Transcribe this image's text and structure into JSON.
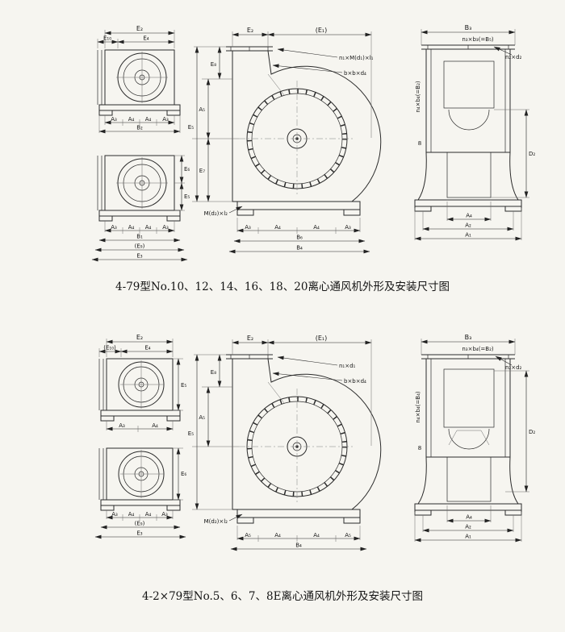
{
  "captions": {
    "fig1": "4-79型No.10、12、14、16、18、20离心通风机外形及安装尺寸图",
    "fig2": "4-2×79型No.5、6、7、8E离心通风机外形及安装尺寸图"
  },
  "fig1": {
    "left_top": {
      "e2": "E₂",
      "e10": "E₁₀",
      "e4": "E₄",
      "seg": [
        "A₃",
        "A₄",
        "A₄",
        "A₃"
      ],
      "b2": "B₂"
    },
    "left_bottom": {
      "e6": "E₆",
      "e5": "E₅",
      "seg": [
        "A₃",
        "A₄",
        "A₄",
        "A₃"
      ],
      "b1": "B₁",
      "e9": "(E₉)",
      "e3": "E₃"
    },
    "center": {
      "e2": "E₂",
      "e1": "(E₁)",
      "callout_top": "n₁×M(d₁)×l₁",
      "callout_flange": "b×b×d₄",
      "e8": "E₈",
      "a5": "A₅",
      "e7": "E₇",
      "e5": "E₅",
      "bolt": "M(d₂)×l₂",
      "seg": [
        "A₃",
        "A₄",
        "A₄",
        "A₃"
      ],
      "b6": "B₆",
      "b4": "B₄"
    },
    "right": {
      "b3": "B₃",
      "slots": "n₃×b₃(=B₅)",
      "holes": "n₂×d₂",
      "side": "n₄×b₄(=B₂)",
      "d2": "D₂",
      "t8": "8",
      "a4": "A₄",
      "a2": "A₂",
      "a1": "A₁"
    }
  },
  "fig2": {
    "left_top": {
      "e2": "E₂",
      "e10": "(E₁₀)",
      "e4": "E₄",
      "seg": [
        "A₃",
        "A₄"
      ],
      "e5": "E₅"
    },
    "left_bottom": {
      "e6": "E₆",
      "seg": [
        "A₃",
        "A₄",
        "A₄",
        "A₃"
      ],
      "e9": "(E₉)",
      "e3": "E₃"
    },
    "center": {
      "e2": "E₂",
      "e1": "(E₁)",
      "callout_top": "n₁×d₁",
      "callout_flange": "b×b×d₄",
      "e8": "E₈",
      "a5": "A₅",
      "e5": "E₅",
      "bolt": "M(d₂)×l₂",
      "seg": [
        "A₅",
        "A₄",
        "A₄",
        "A₅"
      ],
      "b4": "B₄"
    },
    "right": {
      "b3": "B₃",
      "slots": "n₃×b₄(=B₂)",
      "holes": "n₂×d₂",
      "side": "n₄×b₄(=B₄)",
      "d2": "D₂",
      "t8": "8",
      "a4": "A₄",
      "a2": "A₂",
      "a1": "A₁"
    }
  }
}
